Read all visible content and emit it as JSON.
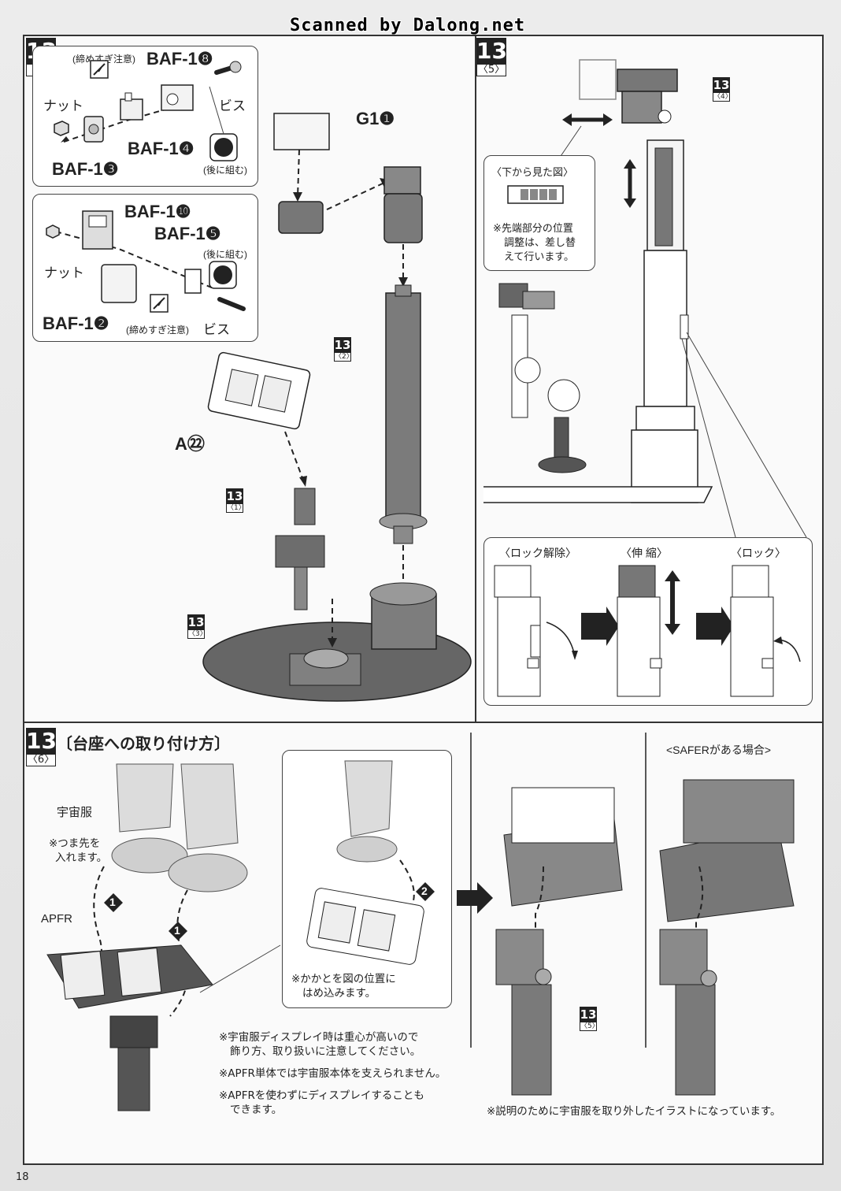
{
  "header": {
    "scan_credit": "Scanned by Dalong.net"
  },
  "page_number": "18",
  "step_tl": {
    "number": "13",
    "sub": "〈4〉",
    "box1": {
      "caution": "(締めすぎ注意)",
      "part_a": "BAF-1❽",
      "nut": "ナット",
      "screw": "ビス",
      "part_b": "BAF-1❹",
      "part_c": "BAF-1❸",
      "later": "(後に組む)"
    },
    "box2": {
      "part_a": "BAF-1❿",
      "part_b": "BAF-1❺",
      "later": "(後に組む)",
      "nut": "ナット",
      "part_c": "BAF-1❷",
      "caution": "(締めすぎ注意)",
      "screw": "ビス"
    },
    "g_part": "G1❶",
    "a_part": "A㉒",
    "ref_2": {
      "number": "13",
      "sub": "〈2〉"
    },
    "ref_1": {
      "number": "13",
      "sub": "〈1〉"
    },
    "ref_3": {
      "number": "13",
      "sub": "〈3〉"
    }
  },
  "step_tr": {
    "number": "13",
    "sub": "〈5〉",
    "ref_4": {
      "number": "13",
      "sub": "〈4〉"
    },
    "bottom_view_title": "〈下から見た図〉",
    "bottom_view_note_1": "※先端部分の位置",
    "bottom_view_note_2": "調整は、差し替",
    "bottom_view_note_3": "えて行います。",
    "states": [
      "〈ロック解除〉",
      "〈伸 縮〉",
      "〈ロック〉"
    ]
  },
  "step_bottom": {
    "number": "13",
    "sub": "〈6〉",
    "title": "〔台座への取り付け方〕",
    "suit_label": "宇宙服",
    "toe_note_1": "※つま先を",
    "toe_note_2": "入れます。",
    "apfr_label": "APFR",
    "heel_note_1": "※かかとを図の位置に",
    "heel_note_2": "はめ込みます。",
    "warnings": [
      "※宇宙服ディスプレイ時は重心が高いので",
      "飾り方、取り扱いに注意してください。",
      "※APFR単体では宇宙服本体を支えられません。",
      "※APFRを使わずにディスプレイすることも",
      "できます。"
    ],
    "safer_title": "<SAFERがある場合>",
    "ref_5": {
      "number": "13",
      "sub": "〈5〉"
    },
    "illustration_note": "※説明のために宇宙服を取り外したイラストになっています。",
    "markers": [
      "1",
      "1",
      "2"
    ]
  }
}
